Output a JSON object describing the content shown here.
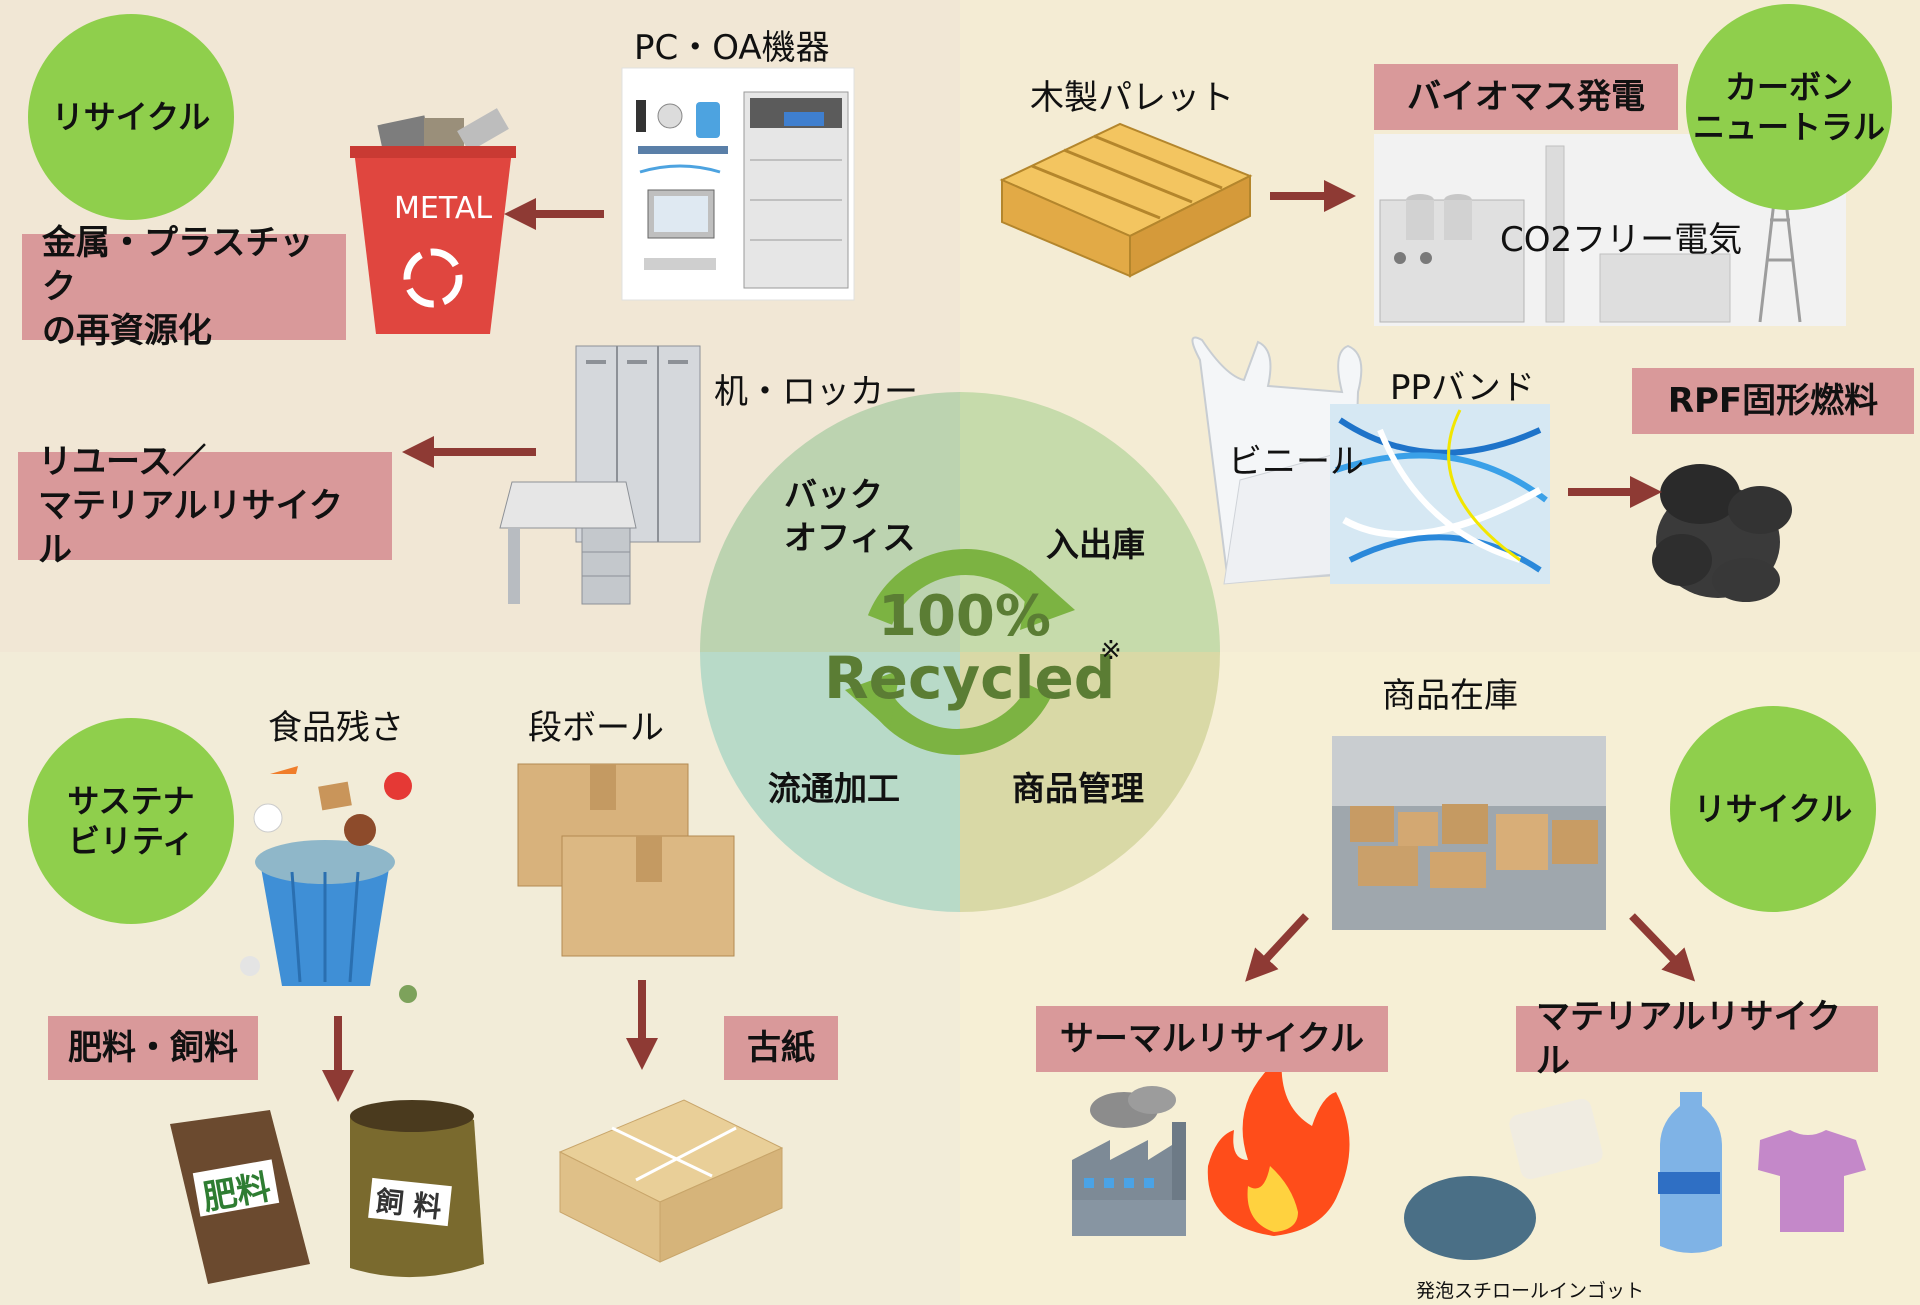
{
  "center": {
    "percent": "100%",
    "recycled": "Recycled",
    "note_mark": "※",
    "segments": {
      "back_office_line1": "バック",
      "back_office_line2": "オフィス",
      "inbound_outbound": "入出庫",
      "distribution_processing": "流通加工",
      "product_management": "商品管理"
    }
  },
  "top_left": {
    "badge": "リサイクル",
    "pc_label": "PC・OA機器",
    "bin_text": "METAL",
    "box_metal_line1": "金属・プラスチック",
    "box_metal_line2": "の再資源化",
    "desk_label": "机・ロッカー",
    "box_reuse_line1": "リユース／",
    "box_reuse_line2": "マテリアルリサイクル"
  },
  "top_right": {
    "pallet_label": "木製パレット",
    "biomass_box": "バイオマス発電",
    "co2_label": "CO2フリー電気",
    "badge_line1": "カーボン",
    "badge_line2": "ニュートラル",
    "vinyl_label": "ビニール",
    "ppband_label": "PPバンド",
    "rpf_box": "RPF固形燃料"
  },
  "bottom_left": {
    "badge_line1": "サステナ",
    "badge_line2": "ビリティ",
    "food_label": "食品残さ",
    "cardboard_label": "段ボール",
    "fertilizer_box": "肥料・飼料",
    "paper_box": "古紙",
    "bag1_text": "肥料",
    "bag2_text": "飼 料"
  },
  "bottom_right": {
    "inventory_label": "商品在庫",
    "badge": "リサイクル",
    "thermal_box": "サーマルリサイクル",
    "material_box": "マテリアルリサイクル",
    "ingot_label": "発泡スチロールインゴット"
  },
  "colors": {
    "badge_green": "#8fcf4c",
    "label_pink": "#d9999a",
    "arrow_red": "#8e3a34",
    "center_text_green": "#5b7d34"
  }
}
